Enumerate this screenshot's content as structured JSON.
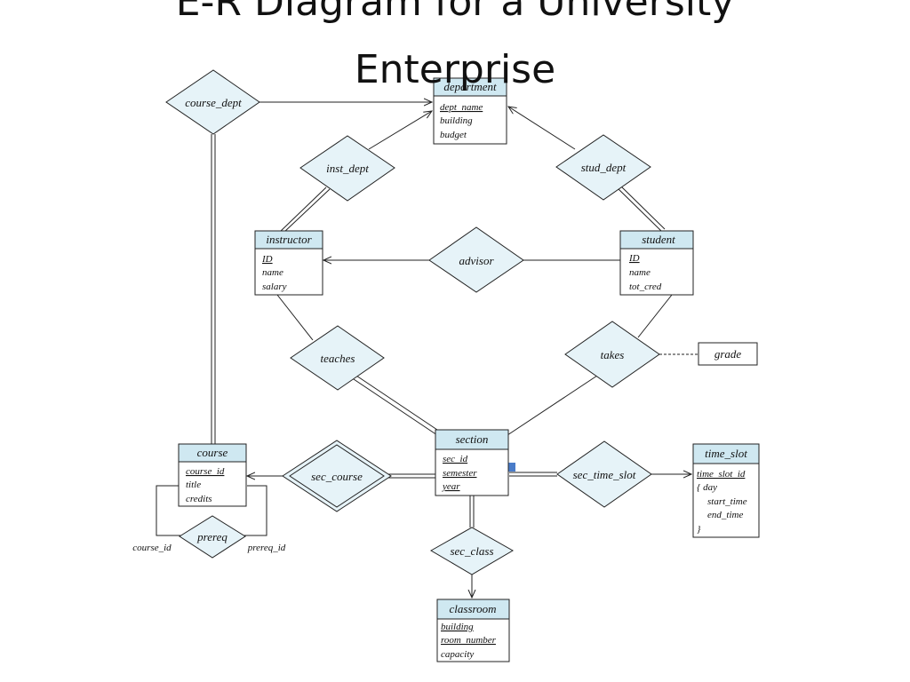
{
  "title": {
    "line1": "E-R Diagram for a University",
    "line2": "Enterprise"
  },
  "entities": {
    "department": {
      "name": "department",
      "attrs": [
        "dept_name",
        "building",
        "budget"
      ]
    },
    "instructor": {
      "name": "instructor",
      "attrs": [
        "ID",
        "name",
        "salary"
      ]
    },
    "student": {
      "name": "student",
      "attrs": [
        "ID",
        "name",
        "tot_cred"
      ]
    },
    "course": {
      "name": "course",
      "attrs": [
        "course_id",
        "title",
        "credits"
      ]
    },
    "section": {
      "name": "section",
      "attrs": [
        "sec_id",
        "semester",
        "year"
      ]
    },
    "time_slot": {
      "name": "time_slot",
      "attrs": [
        "time_slot_id",
        "{  day",
        "start_time",
        "end_time",
        "}"
      ]
    },
    "classroom": {
      "name": "classroom",
      "attrs": [
        "building",
        "room_number",
        "capacity"
      ]
    }
  },
  "relationships": {
    "course_dept": "course_dept",
    "inst_dept": "inst_dept",
    "stud_dept": "stud_dept",
    "advisor": "advisor",
    "teaches": "teaches",
    "takes": "takes",
    "sec_course": "sec_course",
    "sec_time_slot": "sec_time_slot",
    "sec_class": "sec_class",
    "prereq": "prereq"
  },
  "relationship_attributes": {
    "grade": "grade"
  },
  "role_labels": {
    "course_id": "course_id",
    "prereq_id": "prereq_id"
  },
  "colors": {
    "entity_header": "#cfe8f1",
    "relationship_fill": "#e6f3f8",
    "marker": "#4a7cc9"
  }
}
